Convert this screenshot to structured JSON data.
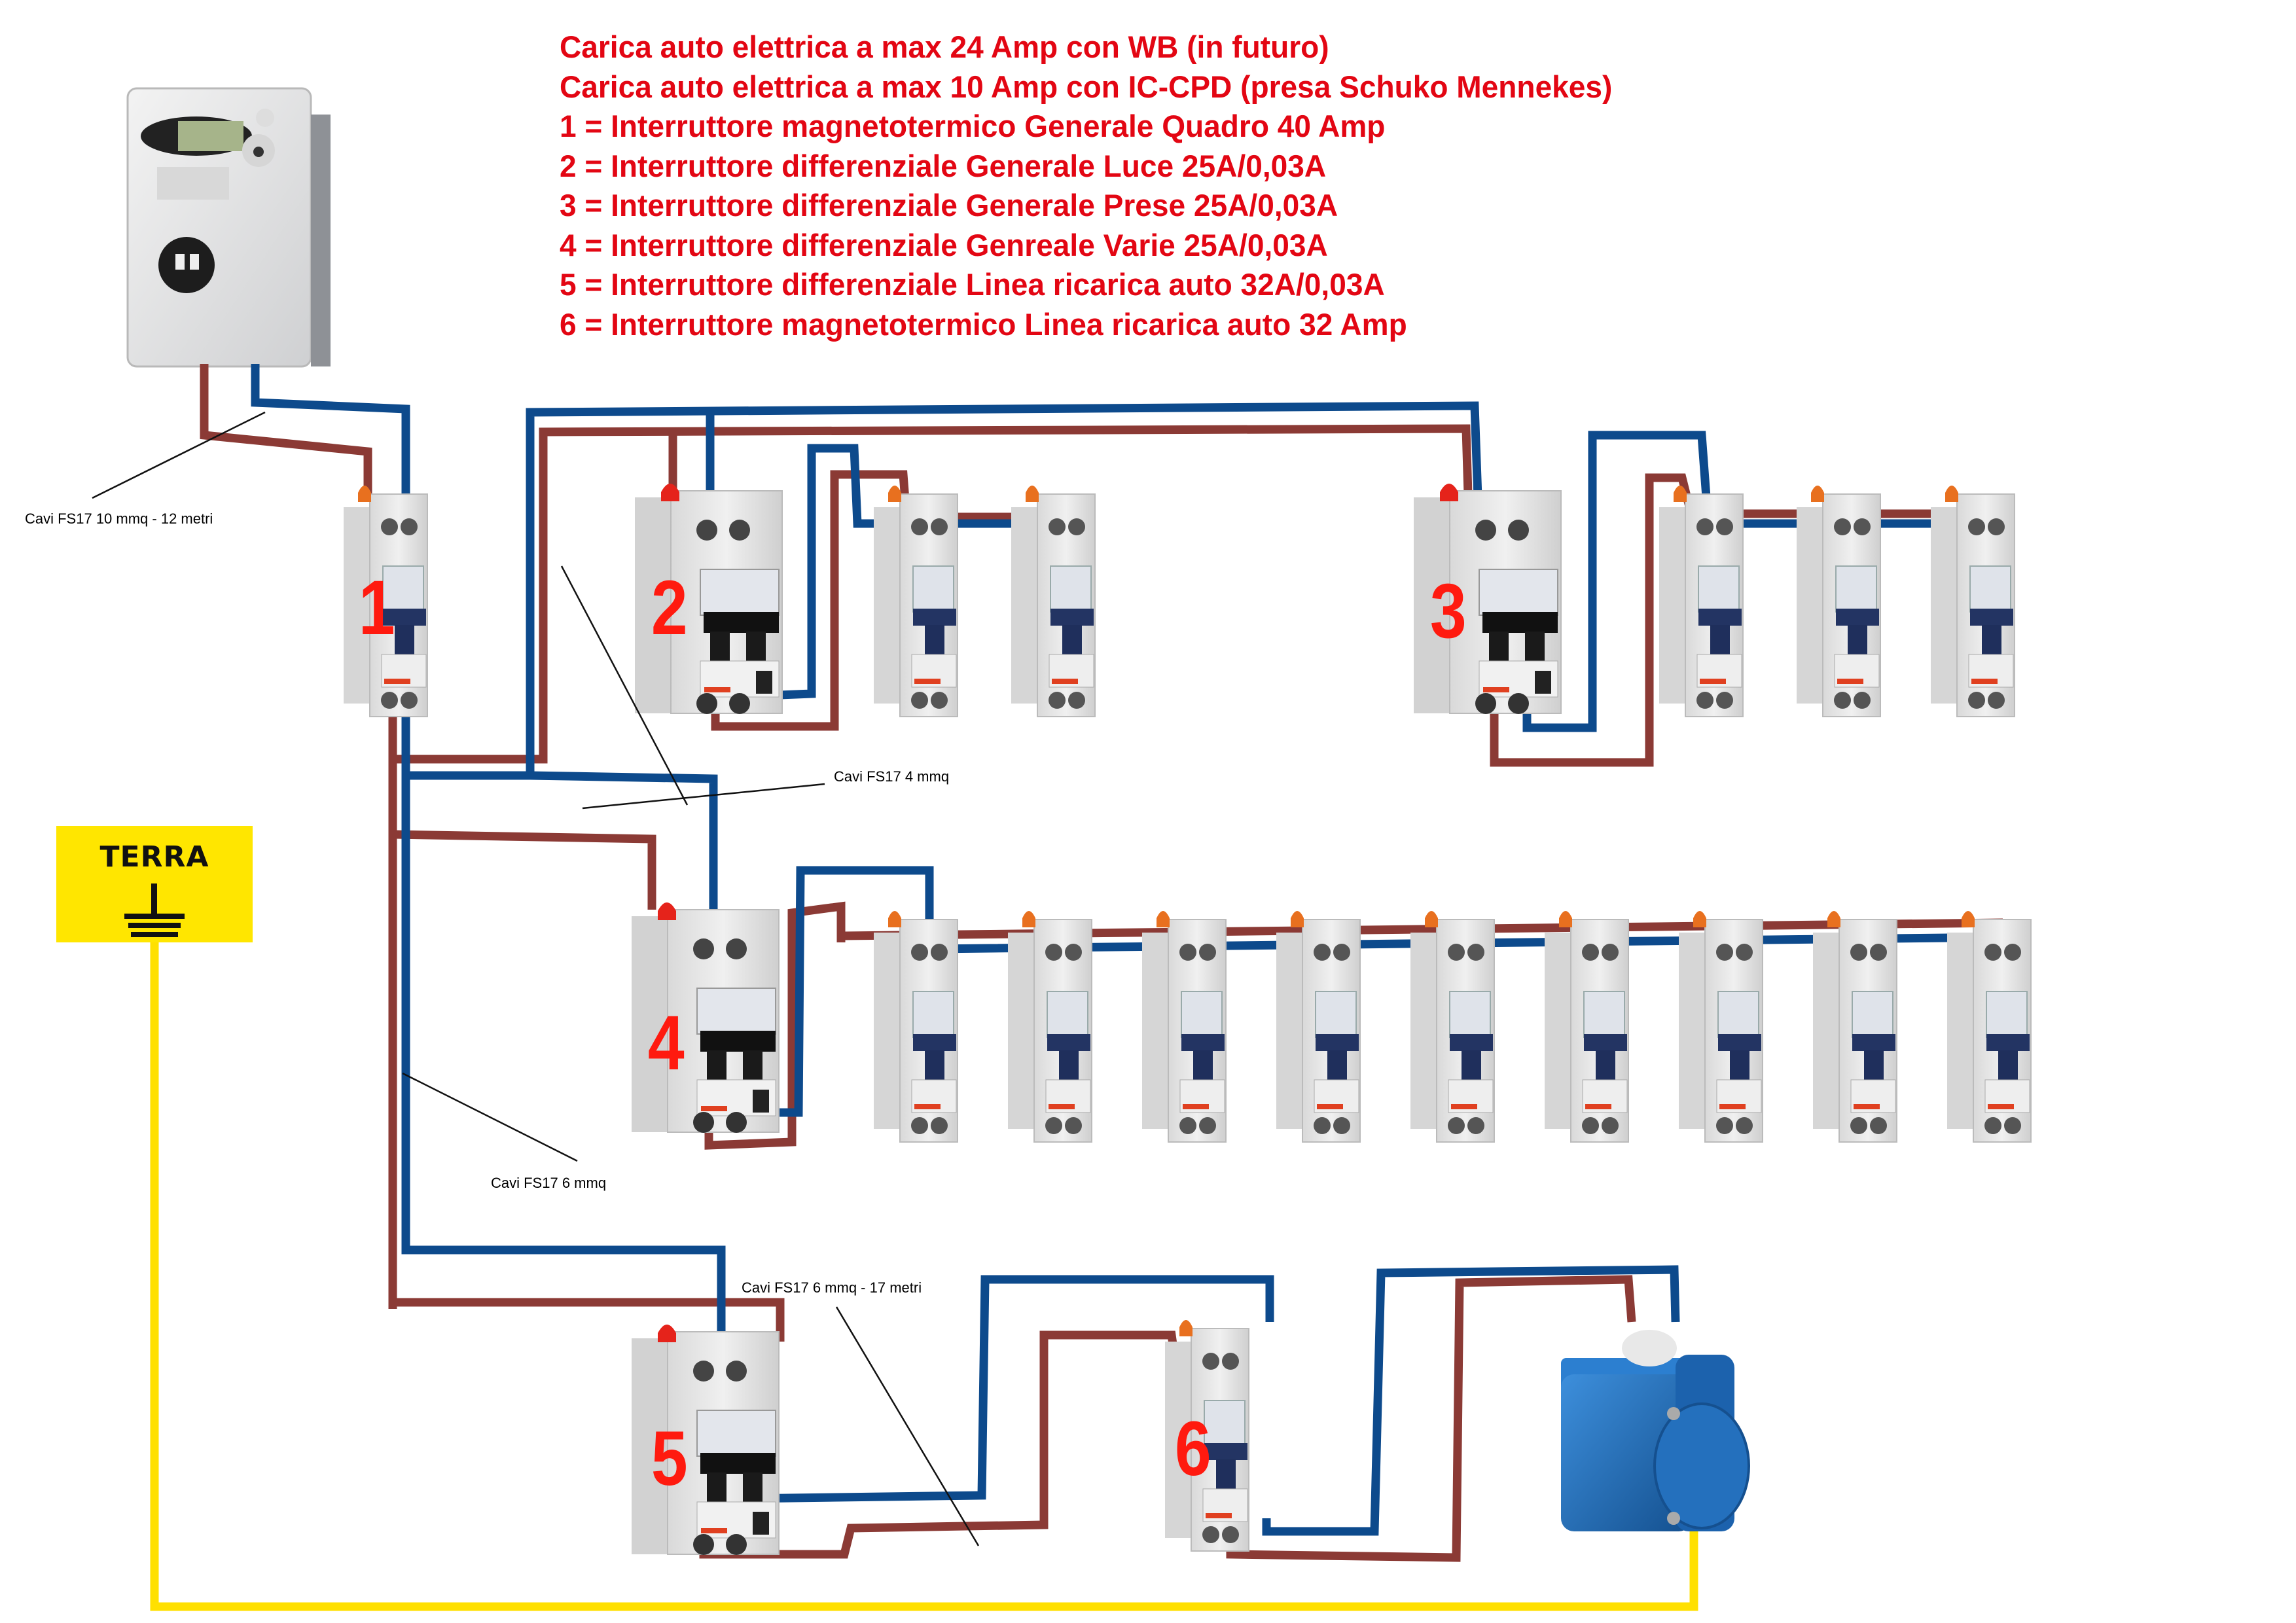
{
  "legend": {
    "lines": [
      "Carica auto elettrica a max 24 Amp con WB (in futuro)",
      "Carica auto elettrica a max 10 Amp con IC-CPD (presa Schuko Mennekes)",
      "1 = Interruttore magnetotermico Generale Quadro 40 Amp",
      "2 = Interruttore differenziale Generale Luce 25A/0,03A",
      "3 = Interruttore  differenziale Generale Prese 25A/0,03A",
      "4 = Interruttore differenziale Genreale Varie 25A/0,03A",
      "5 = Interruttore differenziale Linea ricarica auto 32A/0,03A",
      "6 = Interruttore magnetotermico Linea ricarica auto 32 Amp"
    ]
  },
  "cable_labels": {
    "meter_feed": "Cavi FS17 10 mmq - 12 metri",
    "distribution": "Cavi FS17 4 mmq",
    "branch": "Cavi FS17 6 mmq",
    "ev_line": "Cavi FS17 6 mmq - 17 metri"
  },
  "earth": {
    "label": "TERRA",
    "icon": "earth-ground-symbol"
  },
  "breakers": [
    {
      "number": "1",
      "type": "magnetotermico",
      "role": "Generale Quadro 40 Amp"
    },
    {
      "number": "2",
      "type": "differenziale",
      "role": "Generale Luce 25A/0,03A",
      "downstream_mcbs": 2
    },
    {
      "number": "3",
      "type": "differenziale",
      "role": "Generale Prese 25A/0,03A",
      "downstream_mcbs": 3
    },
    {
      "number": "4",
      "type": "differenziale",
      "role": "Generale Varie 25A/0,03A",
      "downstream_mcbs": 9
    },
    {
      "number": "5",
      "type": "differenziale",
      "role": "Linea ricarica auto 32A/0,03A"
    },
    {
      "number": "6",
      "type": "magnetotermico",
      "role": "Linea ricarica auto 32 Amp"
    }
  ],
  "devices": {
    "meter": "energy-meter",
    "socket": "schuko-socket-blue"
  },
  "colors": {
    "phase_wire": "#8b3a35",
    "neutral_wire": "#0d4a8c",
    "earth_wire": "#ffe000",
    "legend_text": "#e30613",
    "numbers": "#ff1a0f",
    "breaker_body": "#e6e6e6",
    "mcb_lever": "#1f2f5c",
    "rcd_lever": "#1a1a1a",
    "socket_body": "#1e6fc0"
  }
}
